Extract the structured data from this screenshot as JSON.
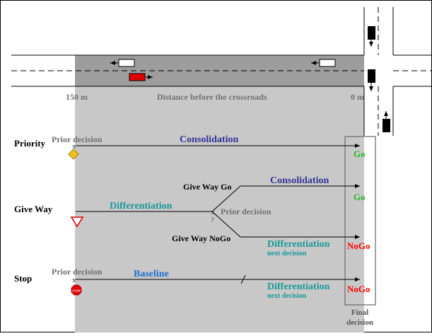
{
  "road": {
    "distance_start": "150 m",
    "distance_caption": "Distance before the crossroads",
    "distance_end": "0 m"
  },
  "rows": {
    "priority": {
      "label": "Priority",
      "prior_label": "Prior decision",
      "phase": "Consolidation",
      "outcome": "Go",
      "sign_icon": "priority-road-diamond-sign"
    },
    "give_way": {
      "label": "Give Way",
      "phase_before": "Differentiation",
      "prior_label": "Prior decision",
      "question_mark": "?",
      "branch_go": {
        "label": "Give Way Go",
        "phase": "Consolidation",
        "outcome": "Go"
      },
      "branch_nogo": {
        "label": "Give Way NoGo",
        "phase": "Differentiation",
        "sub_label": "next decision",
        "outcome": "NoGo"
      },
      "sign_icon": "yield-triangle-sign"
    },
    "stop": {
      "label": "Stop",
      "prior_label": "Prior decision",
      "phase_before": "Baseline",
      "phase_after": "Differentiation",
      "sub_label": "next decision",
      "outcome": "NoGo",
      "sign_icon": "stop-sign",
      "sign_text": "STOP"
    }
  },
  "marker_x": "x",
  "final_box": {
    "line1": "Final",
    "line2": "decision"
  },
  "colors": {
    "gray_area": "#c8c8c8",
    "road_dark": "#9d9d9d",
    "consolidation": "#333399",
    "differentiation": "#1a9a9a",
    "baseline": "#1f6fd0",
    "go": "#22bb22",
    "nogo": "#ff0000",
    "prior": "#707070",
    "red_car": "#e00000"
  }
}
